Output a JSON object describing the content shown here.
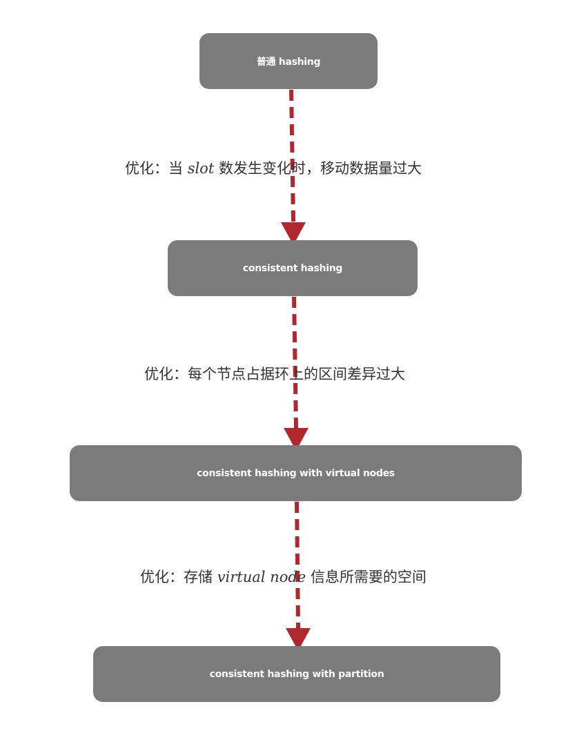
{
  "nodes": [
    {
      "id": "n1",
      "label": "普通 hashing"
    },
    {
      "id": "n2",
      "label": "consistent hashing"
    },
    {
      "id": "n3",
      "label": "consistent hashing with virtual nodes"
    },
    {
      "id": "n4",
      "label": "consistent hashing with partition"
    }
  ],
  "edges": [
    {
      "from": "n1",
      "to": "n2",
      "label": {
        "prefix": "优化：当 ",
        "italic": "slot",
        "suffix": " 数发生变化时，移动数据量过大"
      }
    },
    {
      "from": "n2",
      "to": "n3",
      "label": {
        "prefix": "优化：每个节点占据环上的区间差异过大",
        "italic": "",
        "suffix": ""
      }
    },
    {
      "from": "n3",
      "to": "n4",
      "label": {
        "prefix": "优化：存储 ",
        "italic": "virtual node",
        "suffix": " 信息所需要的空间"
      }
    }
  ],
  "colors": {
    "node_fill": "#7b7b7b",
    "node_text": "#ffffff",
    "arrow": "#b0272d",
    "label_text": "#333333"
  }
}
